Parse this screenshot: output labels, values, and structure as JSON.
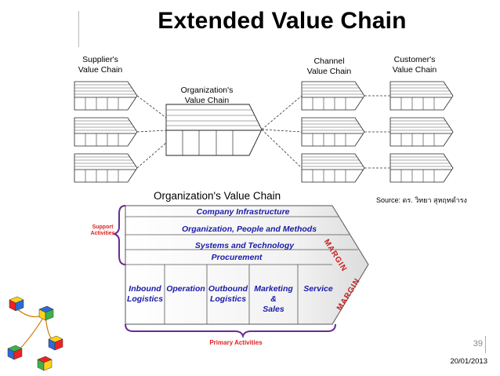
{
  "slide": {
    "title": "Extended Value Chain",
    "slide_number": "39",
    "date": "20/01/2013"
  },
  "top_diagram": {
    "supplier_label": "Supplier's\nValue Chain",
    "organization_label": "Organization's\nValue Chain",
    "channel_label": "Channel\nValue Chain",
    "customer_label": "Customer's\nValue Chain"
  },
  "bottom_diagram": {
    "heading": "Organization's Value Chain",
    "source": "Source: ดร. วิทยา สุหฤทดำรง",
    "support_label": "Support\nActivities",
    "support_activities": [
      "Company Infrastructure",
      "Organization, People and Methods",
      "Systems and Technology",
      "Procurement"
    ],
    "primary_activities": [
      "Inbound\nLogistics",
      "Operation",
      "Outbound\nLogistics",
      "Marketing\n&\nSales",
      "Service"
    ],
    "margin_label": "MARGIN",
    "primary_label": "Primary Activities"
  },
  "colors": {
    "activity_text": "#1a1aa6",
    "margin_text": "#c81e1e",
    "label_red": "#d22",
    "brace_purple": "#6a2c91"
  }
}
